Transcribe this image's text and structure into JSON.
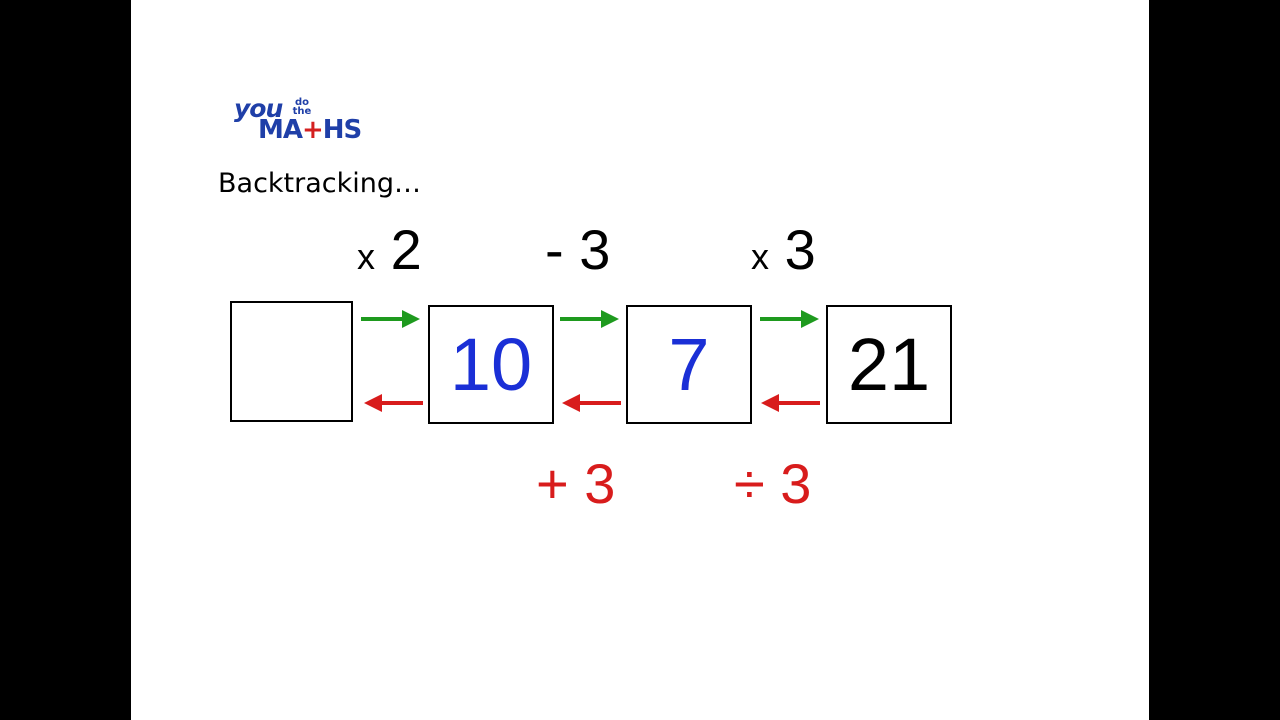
{
  "logo": {
    "you": "you",
    "do_the": "do the",
    "ma": "MA",
    "t": "+",
    "hs": "HS"
  },
  "heading": "Backtracking…",
  "boxes": [
    {
      "value": "",
      "color": "#000000"
    },
    {
      "value": "10",
      "color": "#1a2fd6"
    },
    {
      "value": "7",
      "color": "#1a2fd6"
    },
    {
      "value": "21",
      "color": "#000000"
    }
  ],
  "forward_ops": [
    {
      "sym": "x",
      "num": "2"
    },
    {
      "sym": "-",
      "num": "3"
    },
    {
      "sym": "x",
      "num": "3"
    }
  ],
  "inverse_ops": [
    {
      "label": "+ 3"
    },
    {
      "label": "÷ 3"
    }
  ],
  "colors": {
    "forward_arrow": "#1e9a1e",
    "backward_arrow": "#d81c1c",
    "inverse_text": "#d81c1c",
    "number_blue": "#1a2fd6"
  }
}
